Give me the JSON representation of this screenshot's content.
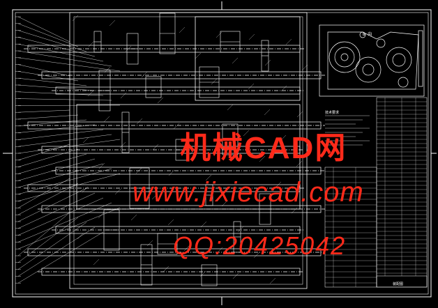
{
  "drawing": {
    "background_color": "#000000",
    "line_color": "#ffffff",
    "accent_color": "#ff0000",
    "detail_view_title": "B 向",
    "notes_label": "技术要求",
    "title_block_label": "装配图"
  },
  "watermarks": {
    "line1": "机械CAD网",
    "line2": "www.jixiecad.com",
    "line3": "QQ:20425042"
  }
}
